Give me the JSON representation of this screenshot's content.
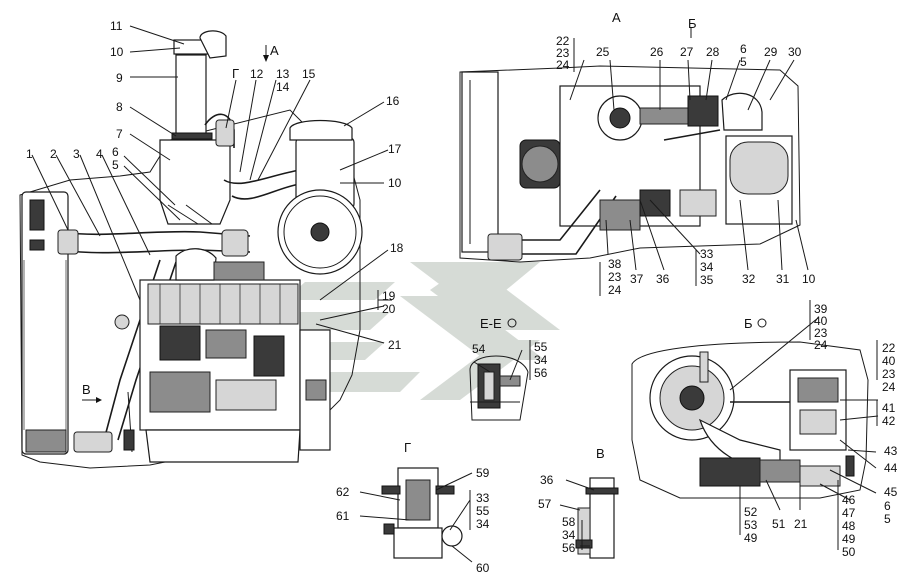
{
  "views": {
    "a": "А",
    "b": "Б",
    "v": "В",
    "g": "Г",
    "ee": "Е-Е",
    "b_rot": "Б",
    "a_arrow": "А",
    "g_marker": "Г",
    "v_marker": "В"
  },
  "main_labels": {
    "n1": "1",
    "n2": "2",
    "n3": "3",
    "n4": "4",
    "n5": "5",
    "n6": "6",
    "n7": "7",
    "n8": "8",
    "n9": "9",
    "n10": "10",
    "n11": "11",
    "n12": "12",
    "n13": "13",
    "n14": "14",
    "n15": "15",
    "n16": "16",
    "n17": "17",
    "n10b": "10",
    "n18": "18",
    "n19": "19",
    "n20": "20",
    "n21": "21"
  },
  "view_a_labels": {
    "n22": "22",
    "n23": "23",
    "n24": "24",
    "n25": "25",
    "n26": "26",
    "n27": "27",
    "n28": "28",
    "n6": "6",
    "n5": "5",
    "n29": "29",
    "n30": "30",
    "n38": "38",
    "n23b": "23",
    "n24b": "24",
    "n37": "37",
    "n36": "36",
    "n33": "33",
    "n34": "34",
    "n35": "35",
    "n32": "32",
    "n31": "31",
    "n10": "10"
  },
  "view_ee_labels": {
    "n54": "54",
    "n55": "55",
    "n34": "34",
    "n56": "56"
  },
  "view_g_labels": {
    "n59": "59",
    "n62": "62",
    "n61": "61",
    "n33": "33",
    "n55": "55",
    "n34": "34",
    "n60": "60"
  },
  "view_v_labels": {
    "n36": "36",
    "n57": "57",
    "n58": "58",
    "n34": "34",
    "n56": "56"
  },
  "view_b_labels": {
    "n39": "39",
    "n40": "40",
    "n23": "23",
    "n24": "24",
    "n22": "22",
    "n40b": "40",
    "n23b": "23",
    "n24b": "24",
    "n41": "41",
    "n42": "42",
    "n43": "43",
    "n44": "44",
    "n45": "45",
    "n6": "6",
    "n5": "5",
    "n46": "46",
    "n47": "47",
    "n48": "48",
    "n49": "49",
    "n50": "50",
    "n52": "52",
    "n53": "53",
    "n49b": "49",
    "n51": "51",
    "n21": "21"
  }
}
